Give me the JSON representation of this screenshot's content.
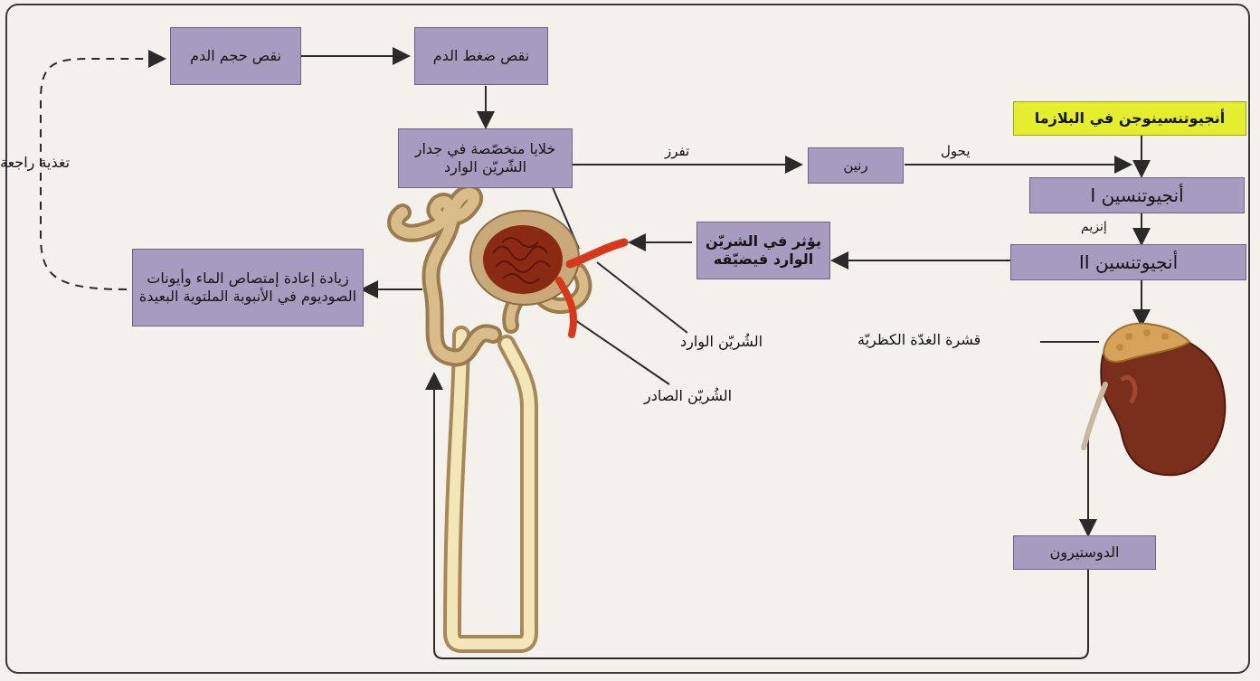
{
  "diagram": {
    "boxes": {
      "blood_volume_drop": "نقص حجم الدم",
      "blood_pressure_drop": "نقص ضغط الدم",
      "specialized_cells": "خلايا متخصّصة في جدار الشّريّن الوارد",
      "renin": "رنين",
      "angiotensinogen": "أنجيوتنسينوجن في البلازما",
      "angiotensin_1": "أنجيوتنسين I",
      "angiotensin_2": "أنجيوتنسين II",
      "constricts_afferent": "يؤثر في الشريّن الوارد فيضيّقه",
      "reabsorption": "زيادة إعادة إمتصاص الماء وأيونات الصوديوم في الأنبوبة الملتوية البعيدة",
      "aldosterone": "الدوستيرون"
    },
    "labels": {
      "feedback": "تغذية راجعة",
      "secretes": "تفرز",
      "converts": "يحول",
      "enzyme": "إنزيم",
      "adrenal_cortex": "قشرة الغدّة الكظريّة",
      "afferent_arteriole": "الشُريّن الوارد",
      "efferent_arteriole": "الشُريّن الصادر"
    },
    "colors": {
      "box_fill": "#a79bc0",
      "highlight_fill": "#e4ee2c",
      "arrow": "#2a2a2a",
      "nephron_tube": "#c9a97a",
      "glomerulus": "#8b2a14",
      "arteriole": "#d8371c",
      "kidney": "#7a2f1c",
      "adrenal": "#d7a35a"
    }
  }
}
